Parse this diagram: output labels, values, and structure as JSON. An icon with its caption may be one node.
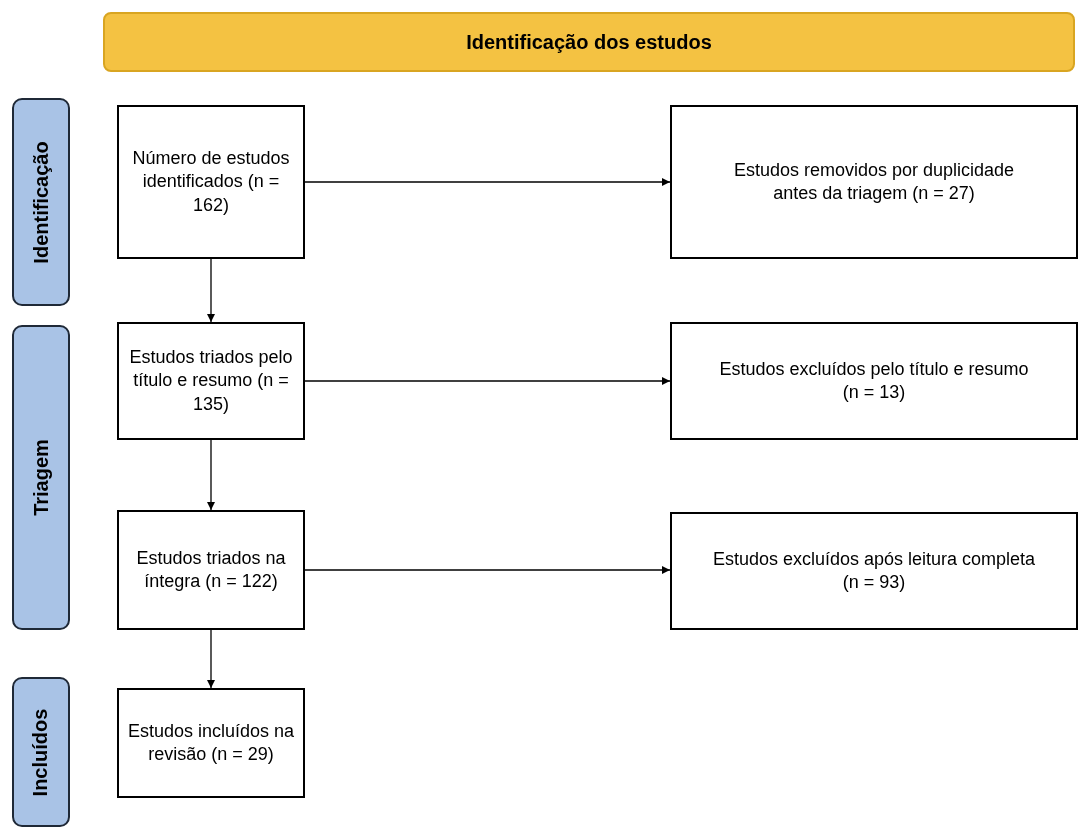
{
  "diagram": {
    "nodes": [
      {
        "text": [
          "Identificação dos estudos"
        ]
      },
      {
        "text": [
          "Identificação"
        ]
      },
      {
        "text": [
          "Número de estudos identificados (n = 162)"
        ]
      },
      {
        "text": [
          "Estudos removidos por duplicidade antes da triagem (n = 27)"
        ]
      },
      {
        "text": [
          "Triagem"
        ]
      },
      {
        "text": [
          "Estudos triados pelo título e resumo (n = 135)"
        ]
      },
      {
        "text": [
          "Estudos excluídos pelo título e resumo (n = 13)"
        ]
      },
      {
        "text": [
          "Estudos triados na íntegra (n = 122)"
        ]
      },
      {
        "text": [
          "Estudos excluídos após leitura completa (n = 93)"
        ]
      },
      {
        "text": [
          "Incluídos"
        ]
      },
      {
        "text": [
          "Estudos incluídos na revisão (n = 29)"
        ]
      }
    ],
    "edges": [
      {
        "from": 2,
        "to": 3,
        "arrow": "to"
      },
      {
        "from": 2,
        "to": 5,
        "arrow": "to"
      },
      {
        "from": 5,
        "to": 6,
        "arrow": "to"
      },
      {
        "from": 5,
        "to": 7,
        "arrow": "to"
      },
      {
        "from": 7,
        "to": 8,
        "arrow": "to"
      },
      {
        "from": 7,
        "to": 10,
        "arrow": "to"
      }
    ]
  }
}
